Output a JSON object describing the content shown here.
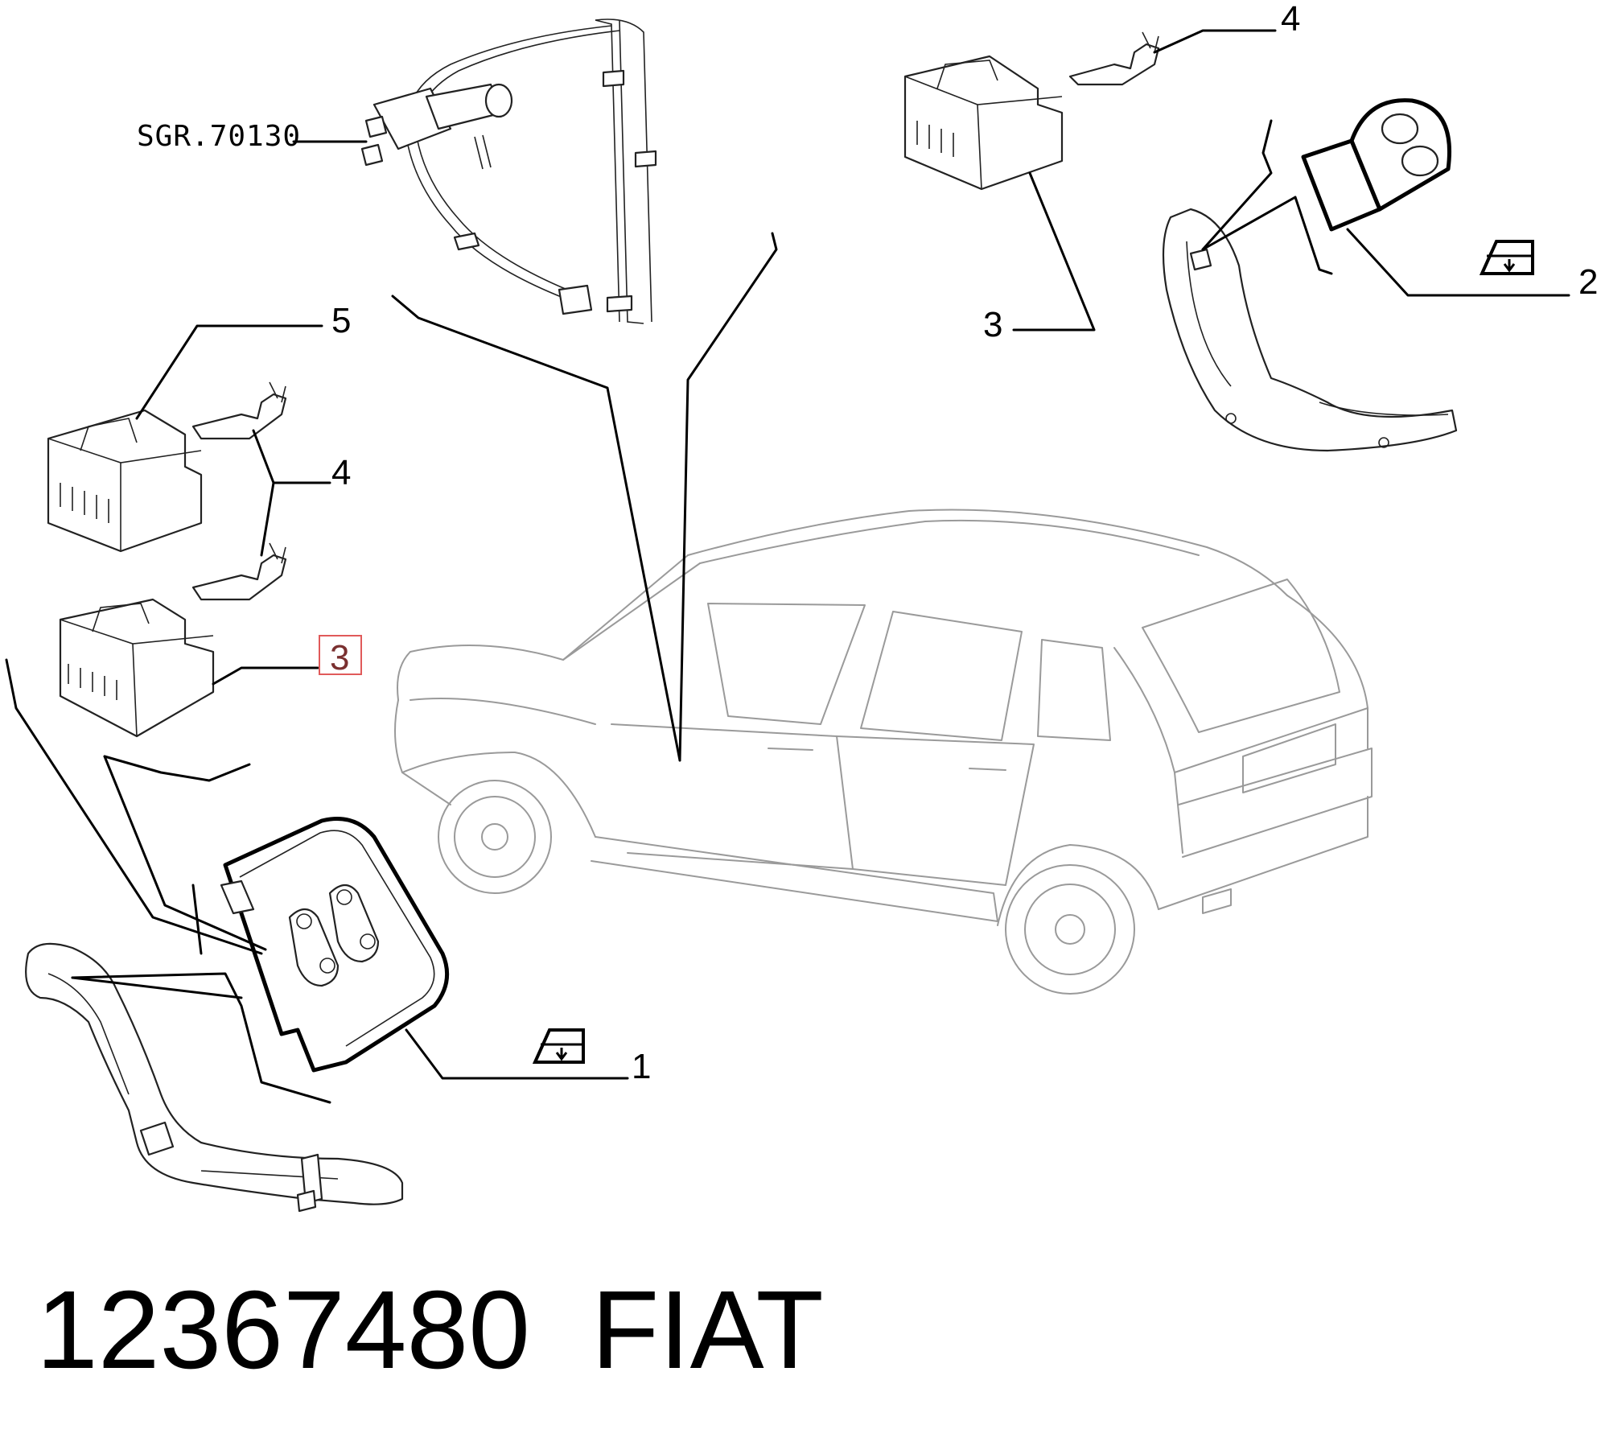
{
  "callouts": {
    "ref_sgr": "SGR.70130",
    "c5": "5",
    "c4_left": "4",
    "c3_left_highlight": "3",
    "c4_top": "4",
    "c3_top": "3",
    "c2": "2",
    "c1": "1"
  },
  "footer": {
    "part_number": "12367480",
    "brand": "FIAT"
  },
  "colors": {
    "highlight": "#e05a5a",
    "highlight_text": "#7a3030"
  },
  "icons": [
    "window-lift-switch-icon"
  ]
}
